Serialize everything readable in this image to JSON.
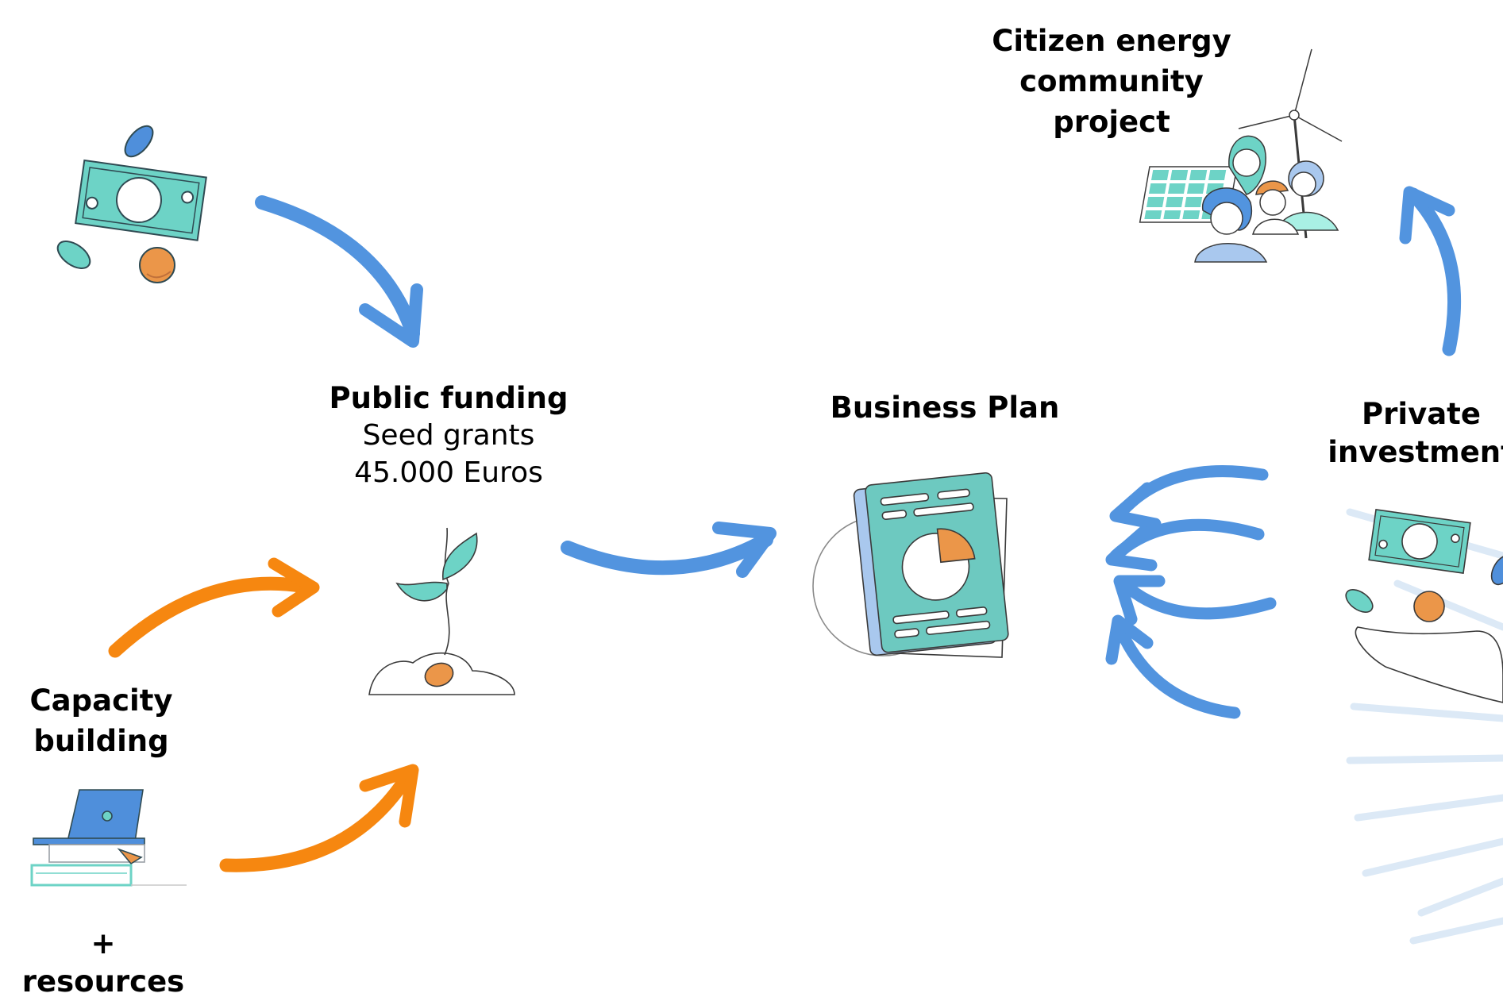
{
  "nodes": {
    "public_funding": {
      "title": "Public funding",
      "line1": "Seed grants",
      "line2": "45.000 Euros"
    },
    "business_plan": {
      "title": "Business Plan"
    },
    "private_investment": {
      "line1": "Private",
      "line2": "investment"
    },
    "citizen_project": {
      "line1": "Citizen energy",
      "line2": "community",
      "line3": "project"
    },
    "capacity_building": {
      "line1": "Capacity",
      "line2": "building"
    },
    "resources": {
      "label": "+ resources"
    }
  },
  "icons": {
    "money": "money-icon",
    "seedling": "seedling-icon",
    "business_plan": "document-chart-icon",
    "investment": "hand-money-icon",
    "community": "community-wind-solar-icon",
    "laptop": "laptop-books-icon"
  },
  "colors": {
    "blue_arrow": "#5294DF",
    "orange_arrow": "#F68710",
    "teal": "#6DD3C6",
    "orange": "#EB9649",
    "background": "#FFFFFF"
  }
}
